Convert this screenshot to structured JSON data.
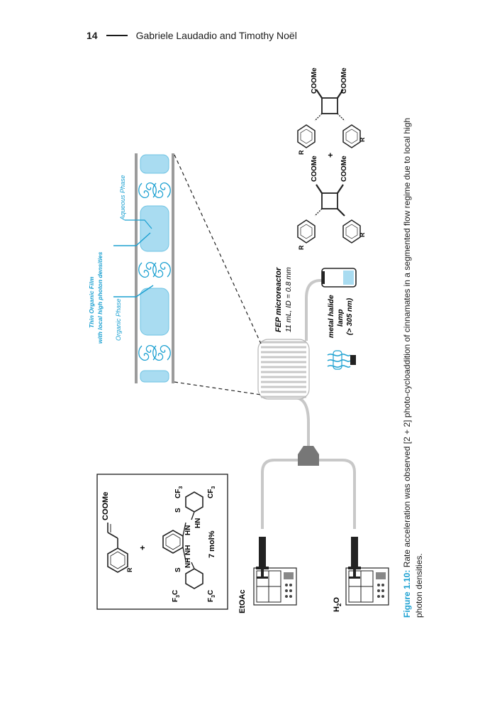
{
  "header": {
    "page_number": "14",
    "authors": "Gabriele Laudadio and Timothy Noël"
  },
  "figure": {
    "reagents": {
      "ester_group": "COOMe",
      "r_group": "R",
      "plus": "+",
      "cf3_group": "CF",
      "cf3_subscript": "3",
      "f3c_prefix": "F",
      "f3c_subscript": "3",
      "f3c_suffix": "C",
      "sulfur": "S",
      "nh": "NH",
      "hn": "HN",
      "catalyst_loading": "7 mol%"
    },
    "pumps": {
      "organic_label": "EtOAc",
      "aqueous_label_main": "H",
      "aqueous_label_sub": "2",
      "aqueous_label_end": "O"
    },
    "reactor": {
      "title": "FEP microreactor",
      "spec": "11 mL, ID = 0.8 mm"
    },
    "lamp": {
      "line1": "metal halide",
      "line2": "lamp",
      "line3": "(> 305 nm)"
    },
    "flow_inset": {
      "film_line1": "Thin Organic Film",
      "film_line2": "with local high photon densities",
      "organic_phase": "Organic Phase",
      "aqueous_phase": "Aqueous Phase"
    },
    "products": {
      "ester_group": "COOMe",
      "r_group": "R",
      "plus": "+"
    }
  },
  "caption": {
    "label": "Figure 1.10:",
    "text": "Rate acceleration was observed [2 + 2] photo-cycloaddition of cinnamates in a segmented flow regime due to local high photon densities."
  },
  "colors": {
    "accent": "#1ba0d1",
    "slug_fill": "#a9dcf1",
    "tube": "#c8c8c8",
    "text": "#1a1a1a"
  }
}
